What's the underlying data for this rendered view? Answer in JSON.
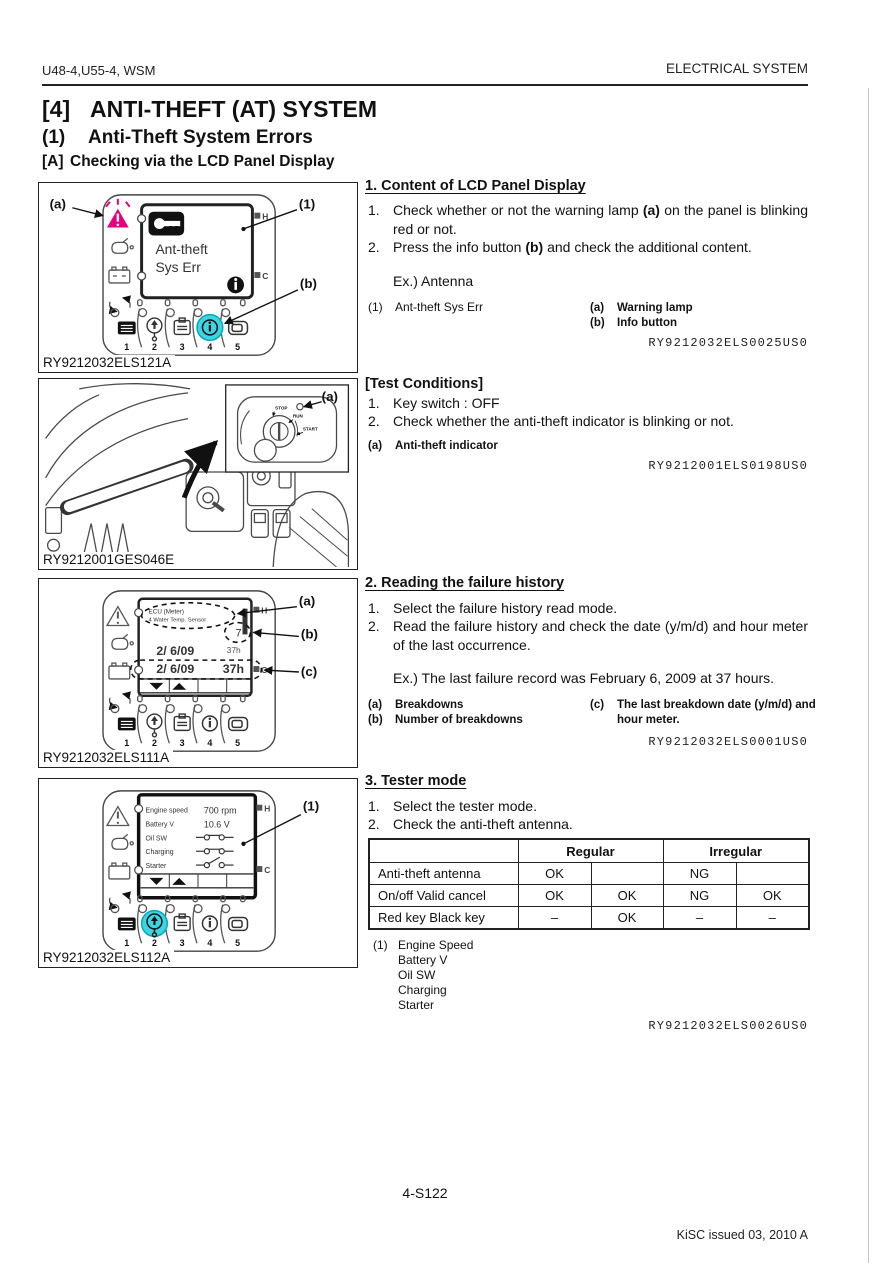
{
  "header": {
    "left": "U48-4,U55-4, WSM",
    "right": "ELECTRICAL SYSTEM"
  },
  "titles": {
    "main_num": "[4]",
    "main_text": "ANTI-THEFT (AT) SYSTEM",
    "sub1_num": "(1)",
    "sub1_text": "Anti-Theft System Errors",
    "sub2_num": "[A]",
    "sub2_text": "Checking via the LCD Panel Display"
  },
  "section1": {
    "heading": "1. Content of LCD Panel Display",
    "step1_num": "1.",
    "step1_pre": "Check whether or not the warning lamp ",
    "step1_bold": "(a)",
    "step1_post": " on the panel is blinking red or not.",
    "step2_num": "2.",
    "step2_pre": "Press the info button ",
    "step2_bold": "(b)",
    "step2_post": " and check the additional content.",
    "example": "Ex.) Antenna",
    "legend_item_num": "(1)",
    "legend_item_text": "Ant-theft Sys Err",
    "legend_a_num": "(a)",
    "legend_a_text": "Warning lamp",
    "legend_b_num": "(b)",
    "legend_b_text": "Info button",
    "code": "RY9212032ELS0025US0"
  },
  "test_conditions": {
    "heading": "[Test Conditions]",
    "step1_num": "1.",
    "step1": "Key switch : OFF",
    "step2_num": "2.",
    "step2": "Check whether the anti-theft indicator is blinking or not.",
    "legend_a_num": "(a)",
    "legend_a_text": "Anti-theft indicator",
    "code": "RY9212001ELS0198US0"
  },
  "section2": {
    "heading": "2. Reading the failure history",
    "step1_num": "1.",
    "step1": "Select the failure history read mode.",
    "step2_num": "2.",
    "step2": "Read the failure history and check the date (y/m/d) and hour meter of the last occurrence.",
    "example": "Ex.) The last failure record was February 6, 2009 at 37 hours.",
    "legend_a_num": "(a)",
    "legend_a_text": "Breakdowns",
    "legend_b_num": "(b)",
    "legend_b_text": "Number of breakdowns",
    "legend_c_num": "(c)",
    "legend_c_text": "The last breakdown date (y/m/d) and hour meter.",
    "code": "RY9212032ELS0001US0"
  },
  "section3": {
    "heading": "3. Tester mode",
    "step1_num": "1.",
    "step1": "Select the tester mode.",
    "step2_num": "2.",
    "step2": "Check the anti-theft antenna.",
    "table": {
      "header_regular": "Regular",
      "header_irregular": "Irregular",
      "rows": [
        {
          "label": "Anti-theft antenna",
          "c1": "OK",
          "c2": "",
          "c3": "NG",
          "c4": ""
        },
        {
          "label": "On/off Valid cancel",
          "c1": "OK",
          "c2": "OK",
          "c3": "NG",
          "c4": "OK"
        },
        {
          "label": "Red key Black key",
          "c1": "–",
          "c2": "OK",
          "c3": "–",
          "c4": "–"
        }
      ]
    },
    "note_num": "(1)",
    "note_lines": [
      "Engine Speed",
      "Battery V",
      "Oil SW",
      "Charging",
      "Starter"
    ],
    "code": "RY9212032ELS0026US0"
  },
  "figures": {
    "fig1": {
      "caption": "RY9212032ELS121A",
      "label_a": "(a)",
      "label_b": "(b)",
      "label_1": "(1)",
      "screen_line1": "Ant-theft",
      "screen_line2": "Sys Err",
      "marker_top": "H",
      "marker_bottom": "C",
      "buttons": [
        "1",
        "2",
        "3",
        "4",
        "5"
      ]
    },
    "fig2": {
      "caption": "RY9212001GES046E",
      "label_a": "(a)",
      "stop": "STOP",
      "run": "RUN",
      "start": "START"
    },
    "fig3": {
      "caption": "RY9212032ELS111A",
      "label_a": "(a)",
      "label_b": "(b)",
      "label_c": "(c)",
      "screen_l1": "ECU (Meter)",
      "screen_l2": "4 Water Temp. Sensor",
      "count": "7",
      "row1_date": "2/ 6/09",
      "row1_hour": "37h",
      "row2_date": "2/ 6/09",
      "row2_hour": "37h",
      "marker_top": "H",
      "marker_bottom": "C",
      "buttons": [
        "1",
        "2",
        "3",
        "4",
        "5"
      ]
    },
    "fig4": {
      "caption": "RY9212032ELS112A",
      "label_1": "(1)",
      "rows": [
        {
          "name": "Engine speed",
          "value": "700 rpm"
        },
        {
          "name": "Battery V",
          "value": "10.6 V"
        },
        {
          "name": "Oil SW",
          "value": ""
        },
        {
          "name": "Charging",
          "value": ""
        },
        {
          "name": "Starter",
          "value": ""
        }
      ],
      "marker_top": "H",
      "marker_bottom": "C",
      "buttons": [
        "1",
        "2",
        "3",
        "4",
        "5"
      ]
    }
  },
  "footer": {
    "page": "4-S122",
    "issued": "KiSC issued 03, 2010 A"
  },
  "colors": {
    "warning": "#e5007f",
    "highlight": "#3dd5e2",
    "highlight_stroke": "#00a9bd"
  }
}
